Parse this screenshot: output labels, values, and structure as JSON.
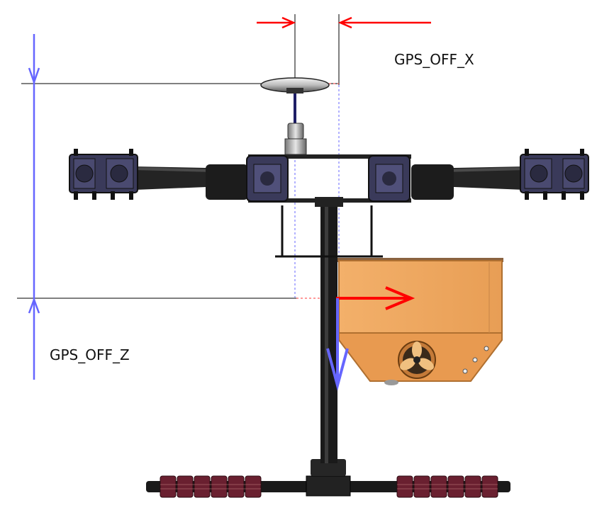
{
  "labels": {
    "gps_off_x": "GPS_OFF_X",
    "gps_off_z": "GPS_OFF_Z"
  },
  "colors": {
    "x_arrow": "#ff0000",
    "z_arrow": "#6666ff",
    "frame": "#1a1a1a",
    "motor": "#3a3a5a",
    "payload_box": "#f0aa60",
    "payload_edge": "#b07030",
    "skid_pad": "#6a2030",
    "guide_line": "#000000"
  },
  "icons": [
    "gps-antenna",
    "quadcopter-frame",
    "payload-box",
    "fan",
    "landing-skid"
  ]
}
